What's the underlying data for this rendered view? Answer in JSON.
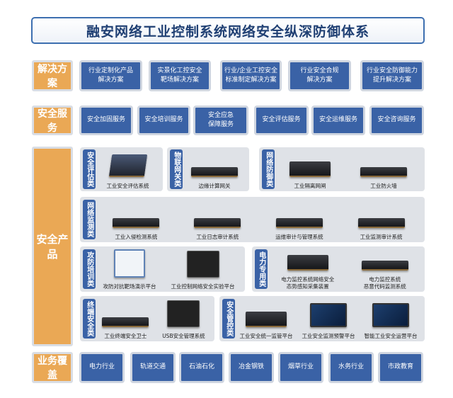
{
  "title": "融安网络工业控制系统网络安全纵深防御体系",
  "solutions": {
    "label": "解决方案",
    "items": [
      [
        "行业定制化产品",
        "解决方案"
      ],
      [
        "实景化工控安全",
        "靶场解决方案"
      ],
      [
        "行业/企业工控安全",
        "标准制定解决方案"
      ],
      [
        "行业安全合规",
        "解决方案"
      ],
      [
        "行业安全防御能力",
        "提升解决方案"
      ]
    ]
  },
  "services": {
    "label": "安全服务",
    "items": [
      [
        "安全加固服务"
      ],
      [
        "安全培训服务"
      ],
      [
        "安全应急",
        "保障服务"
      ],
      [
        "安全评估服务"
      ],
      [
        "安全运维服务"
      ],
      [
        "安全咨询服务"
      ]
    ]
  },
  "products": {
    "label": "安全产品",
    "groups": [
      {
        "name": "安全评估类",
        "items": [
          {
            "label": "工业安全评估系统",
            "img": "lap"
          }
        ]
      },
      {
        "name": "物联网关类",
        "items": [
          {
            "label": "边缘计算网关",
            "img": "dev"
          }
        ]
      },
      {
        "name": "网络防御类",
        "items": [
          {
            "label": "工业隔离网闸",
            "img": "tall"
          },
          {
            "label": "工业防火墙",
            "img": "dev"
          }
        ]
      },
      {
        "name": "网络监测类",
        "items": [
          {
            "label": "工业入侵检测系统",
            "img": "dev"
          },
          {
            "label": "工业日志审计系统",
            "img": "dev"
          },
          {
            "label": "运维审计与管理系统",
            "img": "dev"
          },
          {
            "label": "工业监测审计系统",
            "img": "dev"
          }
        ]
      },
      {
        "name": "攻防培训类",
        "items": [
          {
            "label": "攻防对抗靶场演示平台",
            "img": "wht"
          },
          {
            "label": "工业控制网络安全实验平台",
            "img": "box"
          }
        ]
      },
      {
        "name": "电力专用类",
        "items": [
          {
            "label": "电力监控系统网络安全\n态势感知采集装置",
            "img": "tall"
          },
          {
            "label": "电力监控系统\n恶意代码监测系统",
            "img": "dev"
          }
        ]
      },
      {
        "name": "终端安全类",
        "items": [
          {
            "label": "工业终端安全卫士",
            "img": "dev"
          },
          {
            "label": "USB安全管理系统",
            "img": "box"
          }
        ]
      },
      {
        "name": "安全管控类",
        "items": [
          {
            "label": "工业安全统一监管平台",
            "img": "tall"
          },
          {
            "label": "工业安全监测预警平台",
            "img": "scr"
          },
          {
            "label": "智能工业安全运营平台",
            "img": "scr"
          }
        ]
      }
    ]
  },
  "coverage": {
    "label": "业务覆盖",
    "items": [
      "电力行业",
      "轨道交通",
      "石油石化",
      "冶金钢铁",
      "烟草行业",
      "水务行业",
      "市政教育"
    ]
  }
}
